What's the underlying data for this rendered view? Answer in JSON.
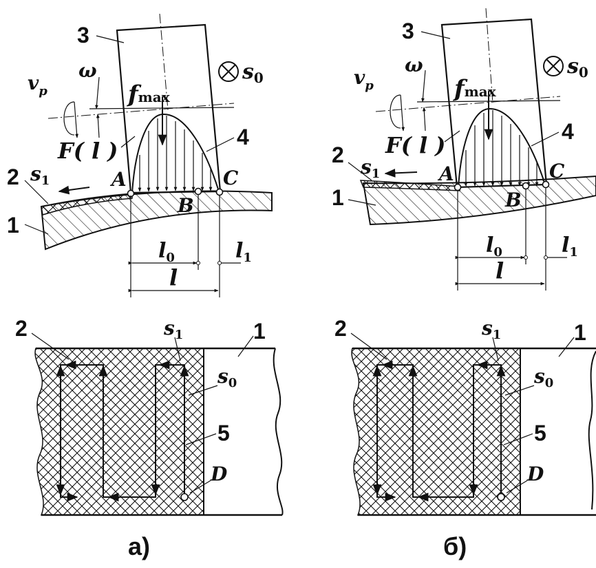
{
  "panels": [
    {
      "caption": "а)",
      "labels": {
        "tool": "3",
        "workpiece": "1",
        "layer": "2",
        "epure": "4",
        "track": "5",
        "point_a": "A",
        "point_b": "B",
        "point_c": "C",
        "point_d": "D",
        "fmax": "f",
        "fmax_sub": "max",
        "force": "F( l )",
        "omega": "ω",
        "vp": "v",
        "vp_sub": "p",
        "s0": "s",
        "s0_sub": "0",
        "s1": "s",
        "s1_sub": "1",
        "l": "l",
        "l0": "l",
        "l0_sub": "0",
        "l1": "l",
        "l1_sub": "1",
        "plan_layer": "2",
        "plan_work": "1",
        "plan_s1": "s",
        "plan_s1_sub": "1",
        "plan_s0": "s",
        "plan_s0_sub": "0"
      }
    },
    {
      "caption": "б)",
      "labels": {
        "tool": "3",
        "workpiece": "1",
        "layer": "2",
        "epure": "4",
        "track": "5",
        "point_a": "A",
        "point_b": "B",
        "point_c": "C",
        "point_d": "D",
        "fmax": "f",
        "fmax_sub": "max",
        "force": "F( l )",
        "omega": "ω",
        "vp": "v",
        "vp_sub": "p",
        "s0": "s",
        "s0_sub": "0",
        "s1": "s",
        "s1_sub": "1",
        "l": "l",
        "l0": "l",
        "l0_sub": "0",
        "l1": "l",
        "l1_sub": "1",
        "plan_layer": "2",
        "plan_work": "1",
        "plan_s1": "s",
        "plan_s1_sub": "1",
        "plan_s0": "s",
        "plan_s0_sub": "0"
      }
    }
  ]
}
